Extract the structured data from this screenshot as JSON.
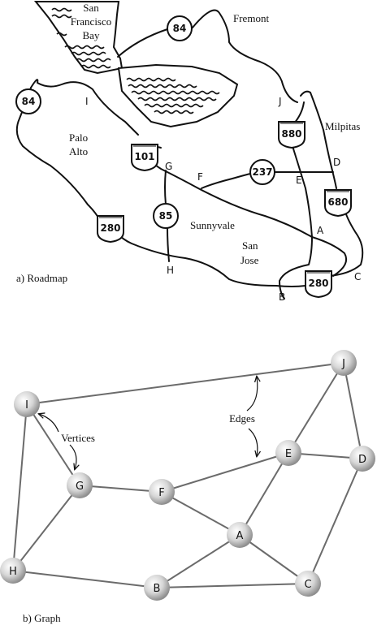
{
  "roadmap": {
    "caption": "a) Roadmap",
    "bay_lines": [
      "San",
      "Francisco",
      "Bay"
    ],
    "cities": {
      "fremont": "Fremont",
      "milpitas": "Milpitas",
      "palo_alto_1": "Palo",
      "palo_alto_2": "Alto",
      "sunnyvale": "Sunnyvale",
      "san_jose_1": "San",
      "san_jose_2": "Jose"
    },
    "route_circles": {
      "r84_top": "84",
      "r84_left": "84",
      "r237": "237",
      "r85": "85"
    },
    "route_shields": {
      "r880": "880",
      "r101": "101",
      "r280_left": "280",
      "r680": "680",
      "r280_right": "280"
    },
    "points": {
      "I": "I",
      "J": "J",
      "G": "G",
      "F": "F",
      "E": "E",
      "D": "D",
      "A": "A",
      "H": "H",
      "B": "B",
      "C": "C"
    }
  },
  "graph": {
    "caption": "b) Graph",
    "annotations": {
      "vertices": "Vertices",
      "edges": "Edges"
    },
    "vertex_labels": {
      "I": "I",
      "J": "J",
      "G": "G",
      "F": "F",
      "E": "E",
      "D": "D",
      "A": "A",
      "H": "H",
      "B": "B",
      "C": "C"
    }
  }
}
